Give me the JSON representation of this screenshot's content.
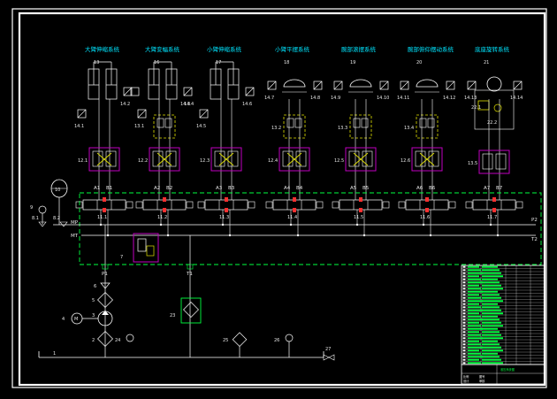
{
  "colors": {
    "background": "#000000",
    "frame": "#ffffff",
    "line": "#ffffff",
    "title": "#00e5ff",
    "dashed_box": "#00ff40",
    "magenta_box": "#c000c0",
    "yellow_box": "#e0e000",
    "red_tag": "#ff3030",
    "table": "#00ff40"
  },
  "systems": [
    {
      "title": "大臂伸缩系统",
      "cyl": "13",
      "g1": "14.1",
      "g2": "14.2",
      "brk": "",
      "lock": "12.1",
      "valve": "11.1",
      "a": "A1",
      "b": "B1",
      "kind": "cyl"
    },
    {
      "title": "大臂变幅系统",
      "cyl": "16",
      "g1": "13.1",
      "g2": "14.3",
      "brk": "14.4",
      "lock": "12.2",
      "valve": "11.2",
      "a": "A2",
      "b": "B2",
      "kind": "cyl"
    },
    {
      "title": "小臂伸缩系统",
      "cyl": "17",
      "g1": "14.5",
      "g2": "14.6",
      "brk": "",
      "lock": "12.3",
      "valve": "11.3",
      "a": "A3",
      "b": "B3",
      "kind": "cyl"
    },
    {
      "title": "小臂平摆系统",
      "cyl": "18",
      "g1": "14.7",
      "g2": "14.8",
      "brk": "13.2",
      "lock": "12.4",
      "valve": "11.4",
      "a": "A4",
      "b": "B4",
      "kind": "motor"
    },
    {
      "title": "腕部滚摆系统",
      "cyl": "19",
      "g1": "14.9",
      "g2": "14.10",
      "brk": "13.3",
      "lock": "12.5",
      "valve": "11.5",
      "a": "A5",
      "b": "B5",
      "kind": "motor"
    },
    {
      "title": "腕部俯仰摆动系统",
      "cyl": "20",
      "g1": "14.11",
      "g2": "14.12",
      "brk": "13.4",
      "lock": "12.6",
      "valve": "11.6",
      "a": "A6",
      "b": "B6",
      "kind": "motor"
    },
    {
      "title": "底座旋转系统",
      "cyl": "21",
      "g1": "14.13",
      "g2": "14.14",
      "brk": "22.1",
      "lock": "13.5",
      "valve": "11.7",
      "a": "A7",
      "b": "B7",
      "kind": "rotary",
      "extra": "22.2"
    }
  ],
  "ports": {
    "p1": "P1",
    "t1": "T1",
    "p2": "P2",
    "t2": "T2",
    "mp": "MP",
    "mt": "MT"
  },
  "components": {
    "accumulator": "10",
    "gauge_9": "9",
    "valve_8_1": "8.1",
    "valve_8_2": "8.2",
    "relief_7": "7",
    "pump_label": "M",
    "c1": "1",
    "c2": "2",
    "c3": "3",
    "c4": "4",
    "c5": "5",
    "c6": "6",
    "c23": "23",
    "c24": "24",
    "c25": "25",
    "c26": "26",
    "c27": "27"
  },
  "table": {
    "rows": 32,
    "title_block": [
      "液压系统图",
      "比例",
      "图号",
      "设计",
      "审核"
    ]
  }
}
